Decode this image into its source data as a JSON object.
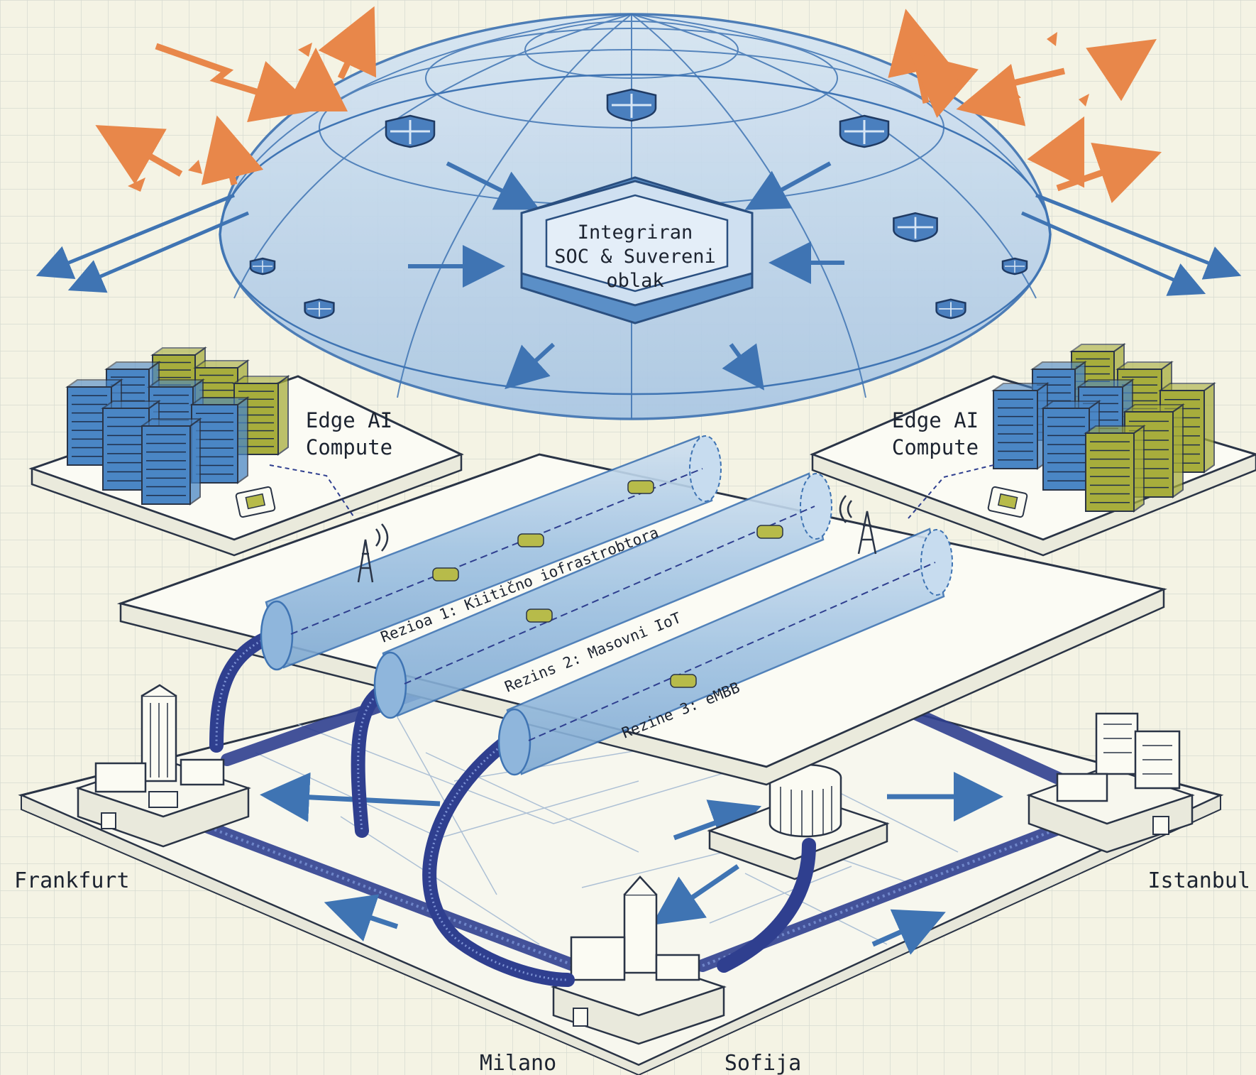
{
  "core": {
    "line1": "Integriran",
    "line2": "SOC & Suvereni",
    "line3": "oblak"
  },
  "edge_left": {
    "line1": "Edge AI",
    "line2": "Compute"
  },
  "edge_right": {
    "line1": "Edge AI",
    "line2": "Compute"
  },
  "tunnels": [
    {
      "label": "Rezioa 1: Kiitično iofrastrobtora"
    },
    {
      "label": "Rezins 2: Masovni IoT"
    },
    {
      "label": "Rezine 3: eMBB"
    }
  ],
  "cities": {
    "frankfurt": "Frankfurt",
    "istanbul": "Istanbul",
    "milano": "Milano",
    "sofija": "Sofija"
  },
  "colors": {
    "background": "#f4f3e4",
    "grid": "#d6dbd2",
    "dome": "#3f74b3",
    "dome_fill": "#bcd4ea",
    "threat": "#e8874a",
    "tunnel": "#9fc2e2",
    "cable": "#2f3f8f",
    "server_blue": "#4a86c5",
    "server_olive": "#a7ad3c"
  }
}
